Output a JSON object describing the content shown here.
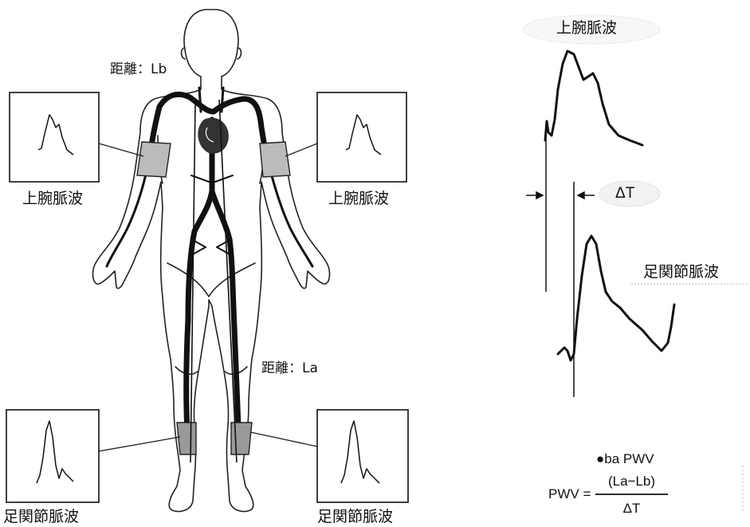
{
  "labels": {
    "brachial_pulse_wave": "上腕脈波",
    "ankle_pulse_wave": "足関節脈波",
    "distance_lb": "距離：Lb",
    "distance_la": "距離：La",
    "delta_t": "ΔT"
  },
  "formula": {
    "heading": "●ba PWV",
    "lhs": "PWV =",
    "numerator": "(La−Lb)",
    "denominator": "ΔT"
  }
}
